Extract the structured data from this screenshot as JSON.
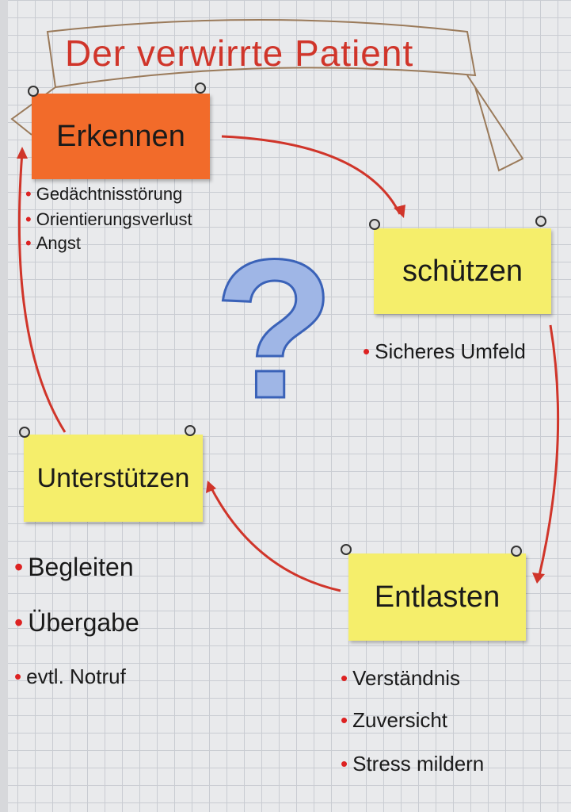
{
  "title": "Der verwirrte Patient",
  "question_mark": "?",
  "steps": [
    {
      "label": "Erkennen",
      "bullets": [
        "Gedächtnisstörung",
        "Orientierungsverlust",
        "Angst"
      ]
    },
    {
      "label": "schützen",
      "bullets": [
        "Sicheres Umfeld"
      ]
    },
    {
      "label": "Entlasten",
      "bullets": [
        "Verständnis",
        "Zuversicht",
        "Stress mildern"
      ]
    },
    {
      "label": "Unterstützen",
      "bullets": [
        "Begleiten",
        "Übergabe",
        "evtl. Notruf"
      ]
    }
  ],
  "colors": {
    "orange": "#f26b2a",
    "yellow": "#f5ee6b",
    "arrow": "#d0352a",
    "title": "#d0352a",
    "question": "#3a62b8"
  }
}
